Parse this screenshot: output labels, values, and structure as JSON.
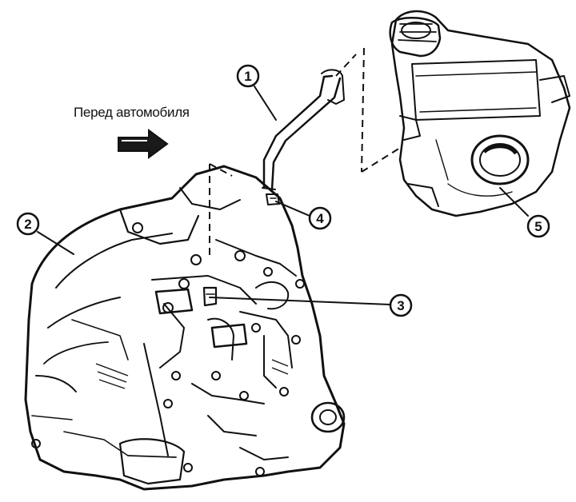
{
  "diagram": {
    "direction_label": "Перед автомобиля",
    "direction_icon": "arrow-right-icon",
    "callouts": [
      {
        "id": "1",
        "label": "1"
      },
      {
        "id": "2",
        "label": "2"
      },
      {
        "id": "3",
        "label": "3"
      },
      {
        "id": "4",
        "label": "4"
      },
      {
        "id": "5",
        "label": "5"
      }
    ]
  }
}
